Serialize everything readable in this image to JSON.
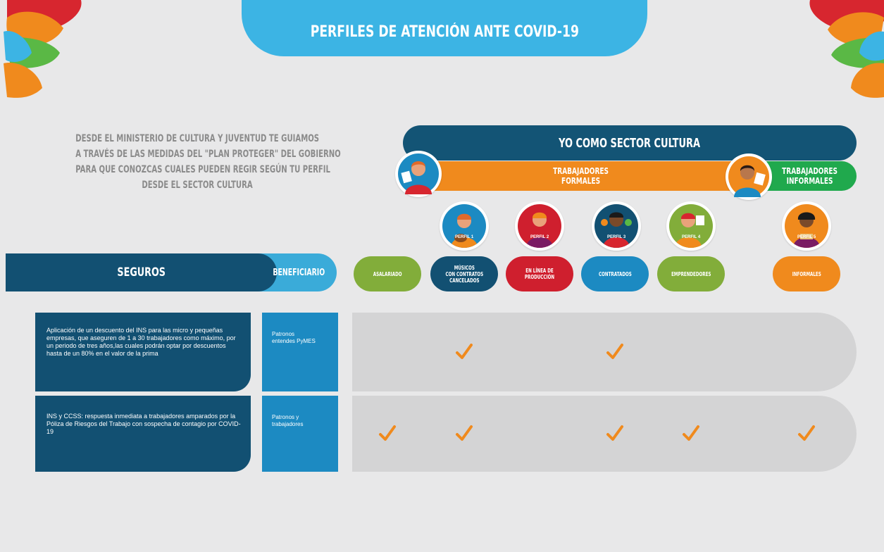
{
  "header": {
    "title": "PERFILES DE ATENCIÓN ANTE COVID-19"
  },
  "intro": {
    "lines": [
      "DESDE EL MINISTERIO DE CULTURA Y JUVENTUD TE GUIAMOS",
      "A TRAVÉS DE LAS MEDIDAS DEL \"PLAN PROTEGER\" DEL GOBIERNO",
      "PARA QUE CONOZCAS CUALES PUEDEN REGIR SEGÚN TU PERFIL",
      "DESDE EL SECTOR CULTURA"
    ]
  },
  "sector": {
    "title": "YO COMO SECTOR CULTURA",
    "formales": "TRABAJADORES\nFORMALES",
    "informales": "TRABAJADORES\nINFORMALES"
  },
  "table": {
    "seguros_label": "SEGUROS",
    "beneficiario_label": "BENEFICIARIO",
    "profiles": [
      {
        "label": "ASALARIADO",
        "color": "#82ad3a"
      },
      {
        "label": "MÚSICOS\nCON CONTRATOS\nCANCELADOS",
        "color": "#125072"
      },
      {
        "label": "EN LÍNEA DE PRODUCCIÓN",
        "color": "#cf1f2e"
      },
      {
        "label": "CONTRATADOS",
        "color": "#1c8ac2"
      },
      {
        "label": "EMPRENDEDORES",
        "color": "#82ad3a"
      },
      {
        "label": "INFORMALES",
        "color": "#f08a1d"
      }
    ],
    "perfil_badges": [
      "PERFIL 1",
      "PERFIL 2",
      "PERFIL 3",
      "PERFIL 4",
      "PERFIL 5"
    ],
    "rows": [
      {
        "description": "Aplicación de un descuento del INS para las micro y pequeñas empresas, que aseguren de 1 a 30 trabajadores como máximo, por un periodo de tres años,las cuales podrán optar por descuentos hasta de un 80% en el valor de la prima",
        "beneficiary": "Patronos\nentendes PyMES",
        "checks": [
          false,
          true,
          false,
          true,
          false,
          false
        ]
      },
      {
        "description": "INS y CCSS: respuesta inmediata a trabajadores amparados por la Póliza de Riesgos del Trabajo con sospecha de contagio por COVID-19",
        "beneficiary": "Patronos y\ntrabajadores",
        "checks": [
          true,
          true,
          false,
          true,
          true,
          true
        ]
      }
    ]
  },
  "colors": {
    "title_blue": "#3cb4e4",
    "dark_blue": "#125072",
    "mid_blue": "#1c8ac2",
    "orange": "#f08a1d",
    "green": "#20a94d",
    "check_orange": "#f08a1d"
  }
}
